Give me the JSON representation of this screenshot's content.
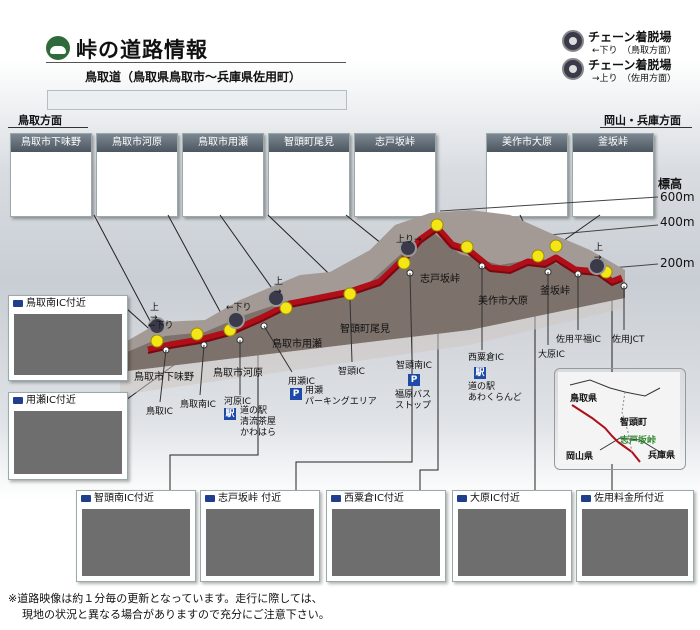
{
  "header": {
    "title": "峠の道路情報",
    "subtitle": "鳥取道（鳥取県鳥取市～兵庫県佐用町）"
  },
  "legend": [
    {
      "label": "チェーン着脱場",
      "sub": "←下り　（鳥取方面）"
    },
    {
      "label": "チェーン着脱場",
      "sub": "→上り　（佐用方面）"
    }
  ],
  "directions": {
    "left": "鳥取方面",
    "right": "岡山・兵庫方面"
  },
  "info_boxes": [
    "鳥取市下味野",
    "鳥取市河原",
    "鳥取市用瀬",
    "智頭町尾見",
    "志戸坂峠",
    "美作市大原",
    "釜坂峠"
  ],
  "elevation": {
    "label": "標高",
    "ticks": [
      "600m",
      "400m",
      "200m"
    ]
  },
  "chain_tags": {
    "down": "←下り",
    "up": "上り→"
  },
  "route_labels": [
    "鳥取市下味野",
    "鳥取市河原",
    "鳥取市用瀬",
    "智頭町尾見",
    "志戸坂峠",
    "美作市大原",
    "釜坂峠"
  ],
  "interchanges": [
    "鳥取IC",
    "鳥取南IC",
    "河原IC",
    "用瀬IC",
    "智頭IC",
    "智頭南IC",
    "西粟倉IC",
    "大原IC",
    "佐用平福IC",
    "佐用JCT"
  ],
  "facilities": {
    "michi_kawahara": "道の駅\n清流茶屋\nかわはら",
    "parking": "用瀬\nパーキングエリア",
    "bus_stop": "福原バス\nストップ",
    "michi_awakura": "道の駅\nあわくらんど"
  },
  "cameras": [
    "鳥取南IC付近",
    "用瀬IC付近",
    "智頭南IC付近",
    "志戸坂峠 付近",
    "西粟倉IC付近",
    "大原IC付近",
    "佐用料金所付近"
  ],
  "map": {
    "labels": [
      "鳥取県",
      "智頭町",
      "志戸坂峠",
      "岡山県",
      "兵庫県"
    ]
  },
  "notes": [
    "※道路映像は約１分毎の更新となっています。走行に際しては、",
    "現地の状況と異なる場合がありますので充分にご注意下さい。"
  ],
  "colors": {
    "road": "#c0101a",
    "terrain": "#8a7a72",
    "header_bar": "#5b6570",
    "screen": "#6e6e6e"
  }
}
